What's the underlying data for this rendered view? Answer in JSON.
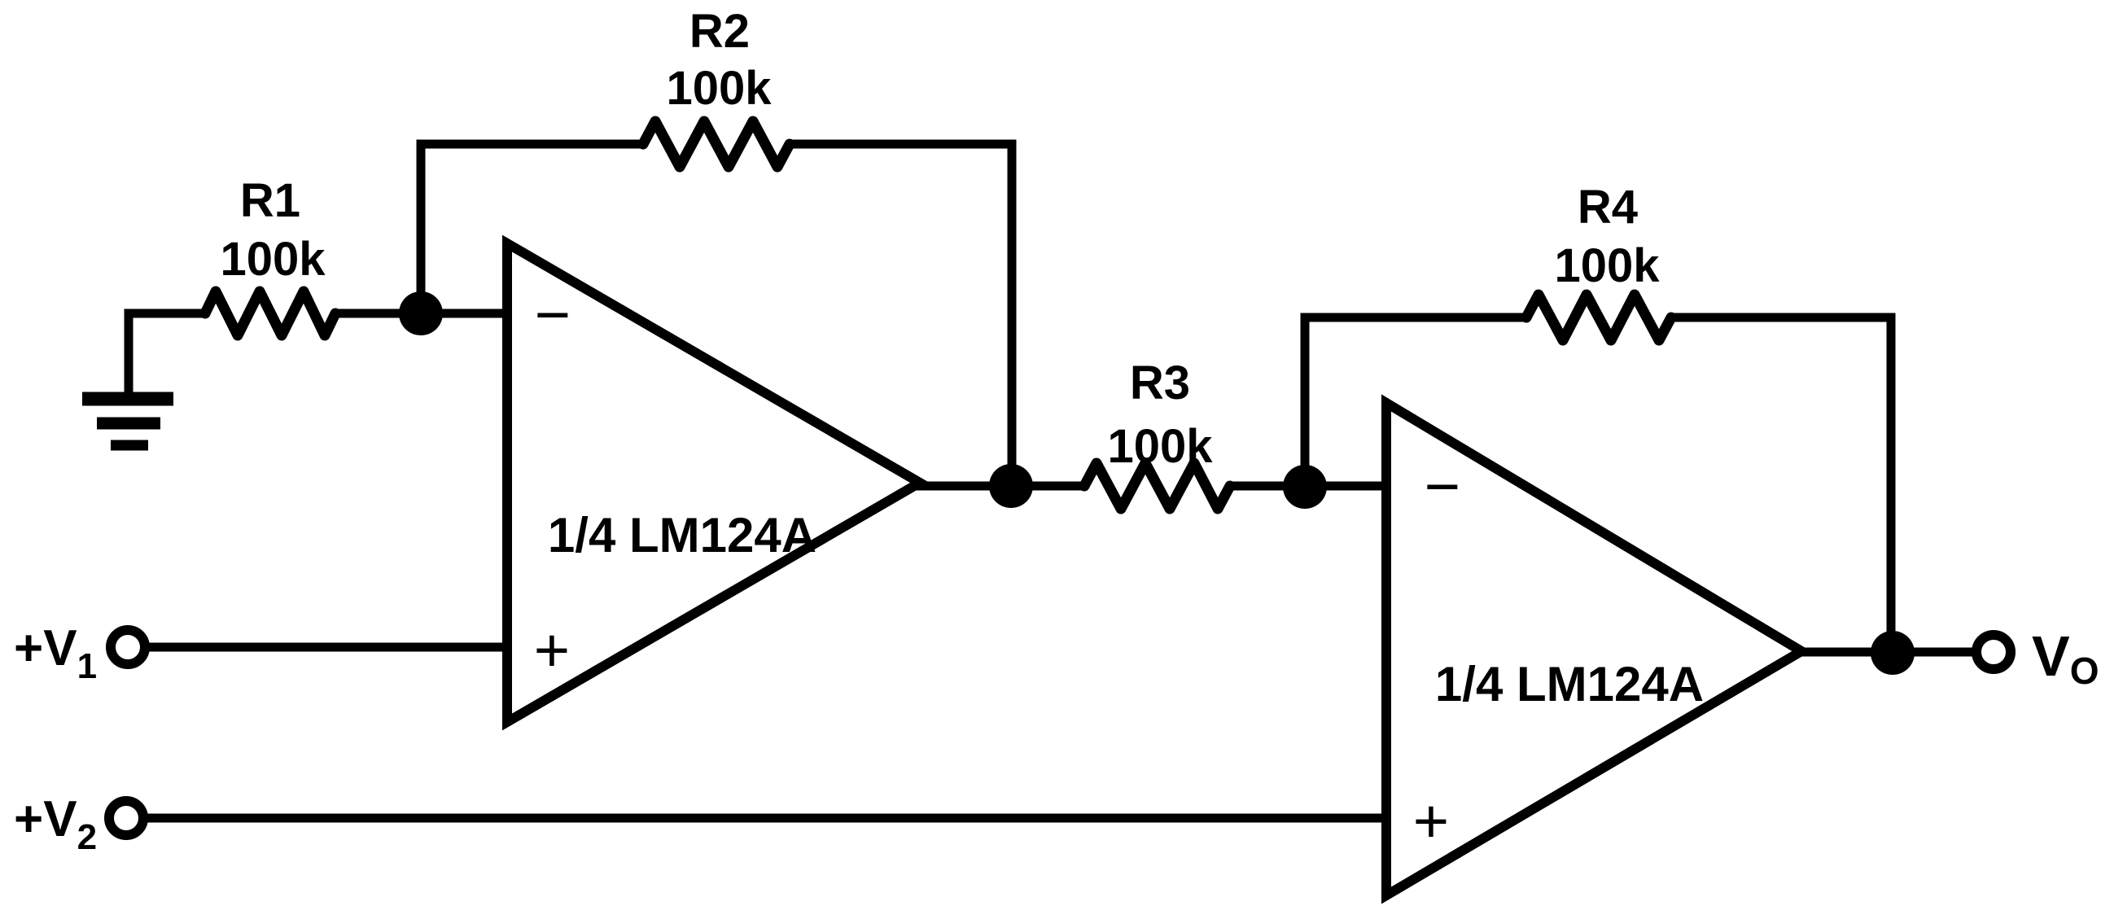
{
  "diagram": {
    "title": "Two op-amp difference amplifier schematic",
    "background_color": "#ffffff",
    "ink_color": "#000000",
    "resistors": [
      {
        "ref": "R1",
        "value": "100k"
      },
      {
        "ref": "R2",
        "value": "100k"
      },
      {
        "ref": "R3",
        "value": "100k"
      },
      {
        "ref": "R4",
        "value": "100k"
      }
    ],
    "opamps": [
      {
        "label": "1/4 LM124A",
        "inverting_sign": "−",
        "noninverting_sign": "+"
      },
      {
        "label": "1/4 LM124A",
        "inverting_sign": "−",
        "noninverting_sign": "+"
      }
    ],
    "terminals": {
      "v1": {
        "prefix": "+V",
        "sub": "1"
      },
      "v2": {
        "prefix": "+V",
        "sub": "2"
      },
      "vo": {
        "prefix": "V",
        "sub": "O"
      }
    }
  }
}
